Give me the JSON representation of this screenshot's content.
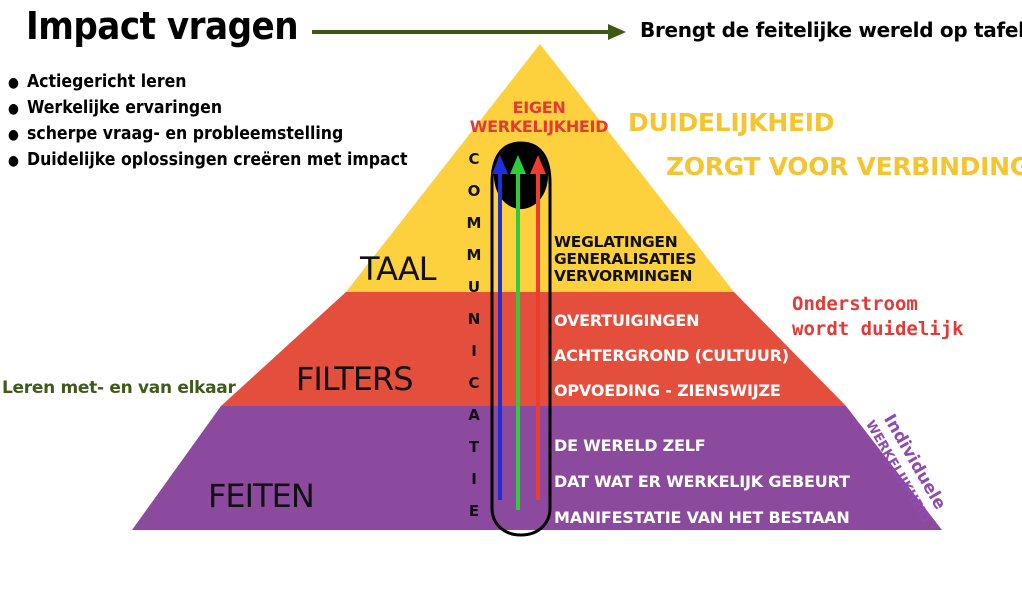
{
  "title": "Impact vragen",
  "tagline": "Brengt de feitelijke wereld op tafel!",
  "bullets": [
    "Actiegericht leren",
    "Werkelijke ervaringen",
    "scherpe vraag- en probleemstelling",
    "Duidelijke oplossingen creëren met impact"
  ],
  "duidelijkheid": "DUIDELIJKHEID",
  "verbinding": "ZORGT VOOR VERBINDING",
  "eigen_line1": "EIGEN",
  "eigen_line2": "WERKELIJKHEID",
  "communicatie_letters": [
    "C",
    "O",
    "M",
    "M",
    "U",
    "N",
    "I",
    "C",
    "A",
    "T",
    "I",
    "E"
  ],
  "layers": {
    "taal": {
      "label": "TAAL",
      "items": [
        "WEGLATINGEN",
        "GENERALISATIES",
        "VERVORMINGEN"
      ]
    },
    "filters": {
      "label": "FILTERS",
      "items": [
        "OVERTUIGINGEN",
        "ACHTERGROND (CULTUUR)",
        "OPVOEDING - ZIENSWIJZE"
      ]
    },
    "feiten": {
      "label": "FEITEN",
      "items": [
        "DE WERELD ZELF",
        "DAT WAT ER WERKELIJK GEBEURT",
        "MANIFESTATIE VAN  HET BESTAAN"
      ]
    }
  },
  "left_note": "Leren met- en van elkaar",
  "onderstroom_line1": "Onderstroom",
  "onderstroom_line2": "wordt duidelijk",
  "individuele_line1": "Individuele",
  "individuele_line2": "WERKELIJKHEID",
  "colors": {
    "yellow": "#fdd13d",
    "red": "#e44e3d",
    "purple": "#8b4a9e",
    "arrow_green": "#3c5a14",
    "arrow_blue": "#1f2fd8",
    "arrow_lime": "#2ecc3a",
    "arrow_red": "#f03c2e"
  }
}
